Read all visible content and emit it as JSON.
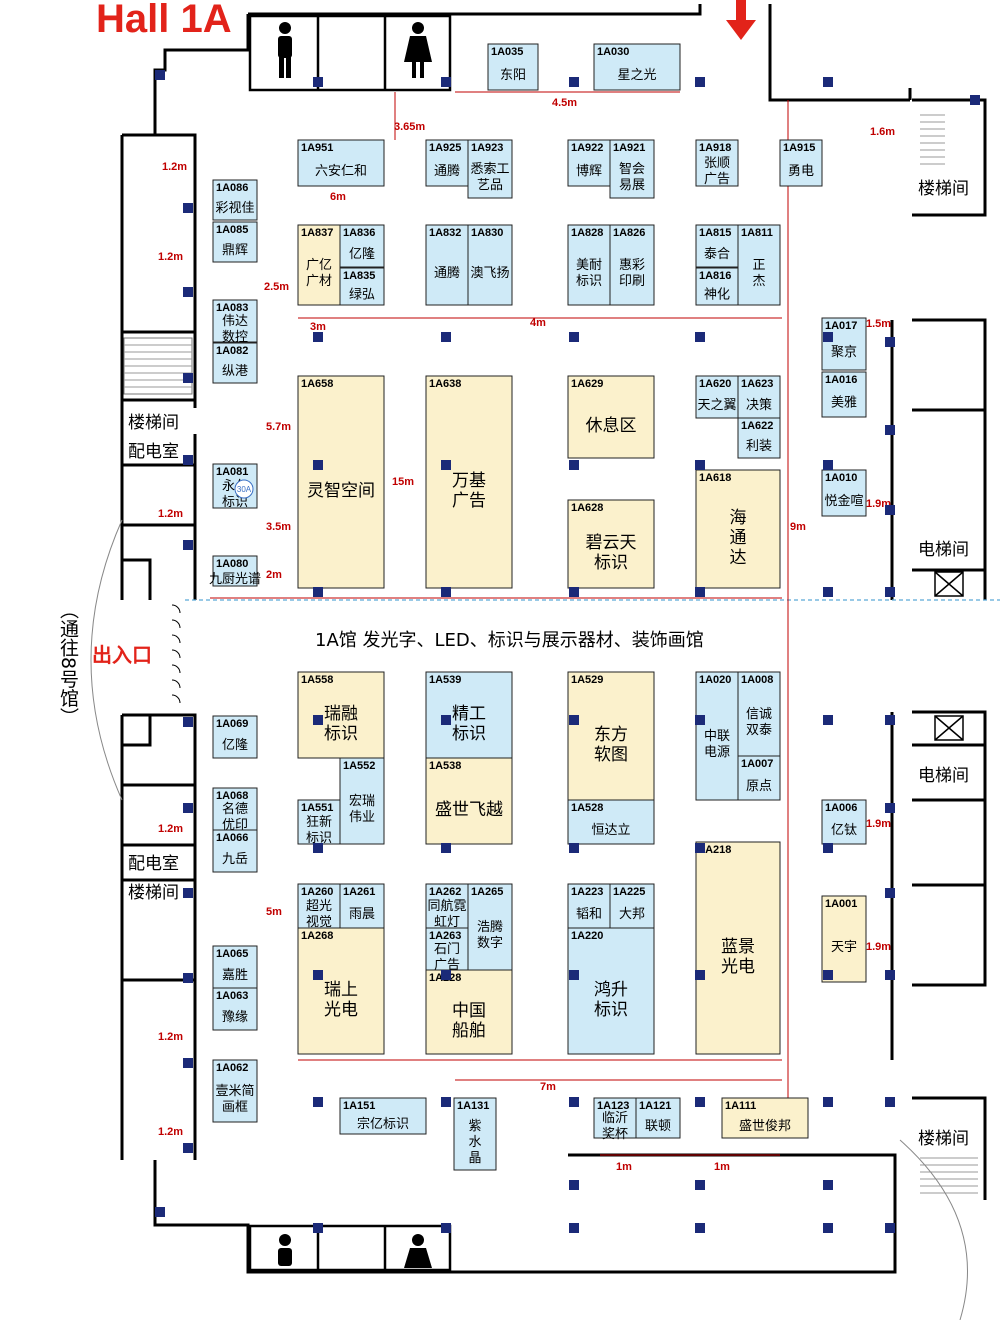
{
  "hall_title": "Hall 1A",
  "center_label": "1A馆  发光字、LED、标识与展示器材、装饰画馆",
  "exit_label": "出入口",
  "side_label": "（通往8号馆）",
  "rooms": {
    "stair_left_top": "楼梯间",
    "power_left_top": "配电室",
    "power_left_bottom": "配电室",
    "stair_left_bottom": "楼梯间",
    "stair_right_top": "楼梯间",
    "elevator_right_top": "电梯间",
    "elevator_right_bottom": "电梯间",
    "stair_right_bottom": "楼梯间"
  },
  "colors": {
    "blue_booth": "#cfeaf7",
    "yellow_booth": "#fbf1cc",
    "dimension": "#c00000",
    "pillar": "#1b2a78",
    "title_red": "#e2231a"
  },
  "icons": [
    "man-restroom-icon",
    "woman-restroom-icon",
    "entrance-arrow-icon"
  ],
  "booths": [
    {
      "id": "1A035",
      "name": "东阳",
      "color": "blue"
    },
    {
      "id": "1A030",
      "name": "星之光",
      "color": "blue"
    },
    {
      "id": "1A951",
      "name": "六安仁和",
      "color": "blue"
    },
    {
      "id": "1A925",
      "name": "通腾",
      "color": "blue"
    },
    {
      "id": "1A923",
      "name": "悉索工艺品",
      "color": "blue"
    },
    {
      "id": "1A922",
      "name": "博辉",
      "color": "blue"
    },
    {
      "id": "1A921",
      "name": "智会易展",
      "color": "blue"
    },
    {
      "id": "1A918",
      "name": "张顺广告",
      "color": "blue"
    },
    {
      "id": "1A915",
      "name": "勇电",
      "color": "blue"
    },
    {
      "id": "1A086",
      "name": "彩视佳",
      "color": "blue"
    },
    {
      "id": "1A085",
      "name": "鼎辉",
      "color": "blue"
    },
    {
      "id": "1A837",
      "name": "广亿广材",
      "color": "yellow"
    },
    {
      "id": "1A836",
      "name": "亿隆",
      "color": "blue"
    },
    {
      "id": "1A835",
      "name": "绿弘",
      "color": "blue"
    },
    {
      "id": "1A832",
      "name": "通腾",
      "color": "blue"
    },
    {
      "id": "1A830",
      "name": "澳飞扬",
      "color": "blue"
    },
    {
      "id": "1A828",
      "name": "美耐标识",
      "color": "blue"
    },
    {
      "id": "1A826",
      "name": "惠彩印刷",
      "color": "blue"
    },
    {
      "id": "1A815",
      "name": "泰合",
      "color": "blue"
    },
    {
      "id": "1A811",
      "name": "正杰",
      "color": "blue"
    },
    {
      "id": "1A816",
      "name": "神化",
      "color": "blue"
    },
    {
      "id": "1A083",
      "name": "伟达数控",
      "color": "blue"
    },
    {
      "id": "1A082",
      "name": "纵港",
      "color": "blue"
    },
    {
      "id": "1A017",
      "name": "聚京",
      "color": "blue"
    },
    {
      "id": "1A016",
      "name": "美雅",
      "color": "blue"
    },
    {
      "id": "1A658",
      "name": "灵智空间",
      "color": "yellow"
    },
    {
      "id": "1A638",
      "name": "万基广告",
      "color": "yellow"
    },
    {
      "id": "1A629",
      "name": "休息区",
      "color": "yellow"
    },
    {
      "id": "1A620",
      "name": "天之翼",
      "color": "blue"
    },
    {
      "id": "1A623",
      "name": "决策",
      "color": "blue"
    },
    {
      "id": "1A622",
      "name": "利装",
      "color": "blue"
    },
    {
      "id": "1A618",
      "name": "海通达",
      "color": "yellow"
    },
    {
      "id": "1A628",
      "name": "碧云天标识",
      "color": "yellow"
    },
    {
      "id": "1A081",
      "name": "永久标识",
      "color": "blue"
    },
    {
      "id": "1A010",
      "name": "悦金喧",
      "color": "blue"
    },
    {
      "id": "1A080",
      "name": "九厨光谱",
      "color": "blue"
    },
    {
      "id": "1A558",
      "name": "瑞融标识",
      "color": "yellow"
    },
    {
      "id": "1A539",
      "name": "精工标识",
      "color": "blue"
    },
    {
      "id": "1A529",
      "name": "东方软图",
      "color": "yellow"
    },
    {
      "id": "1A020",
      "name": "中联电源",
      "color": "blue"
    },
    {
      "id": "1A008",
      "name": "信诚双泰",
      "color": "blue"
    },
    {
      "id": "1A007",
      "name": "原点",
      "color": "blue"
    },
    {
      "id": "1A069",
      "name": "亿隆",
      "color": "blue"
    },
    {
      "id": "1A552",
      "name": "宏瑞伟业",
      "color": "blue"
    },
    {
      "id": "1A538",
      "name": "盛世飞越",
      "color": "yellow"
    },
    {
      "id": "1A528",
      "name": "恒达立",
      "color": "blue"
    },
    {
      "id": "1A068",
      "name": "名德优印",
      "color": "blue"
    },
    {
      "id": "1A551",
      "name": "狂新标识",
      "color": "blue"
    },
    {
      "id": "1A066",
      "name": "九岳",
      "color": "blue"
    },
    {
      "id": "1A006",
      "name": "亿钛",
      "color": "blue"
    },
    {
      "id": "1A218",
      "name": "蓝景光电",
      "color": "yellow"
    },
    {
      "id": "1A260",
      "name": "超光视觉",
      "color": "blue"
    },
    {
      "id": "1A261",
      "name": "雨晨",
      "color": "blue"
    },
    {
      "id": "1A262",
      "name": "同航霓虹灯",
      "color": "blue"
    },
    {
      "id": "1A265",
      "name": "浩腾数字",
      "color": "blue"
    },
    {
      "id": "1A223",
      "name": "韬和",
      "color": "blue"
    },
    {
      "id": "1A225",
      "name": "大邦",
      "color": "blue"
    },
    {
      "id": "1A001",
      "name": "天宇",
      "color": "yellow"
    },
    {
      "id": "1A268",
      "name": "瑞上光电",
      "color": "yellow"
    },
    {
      "id": "1A263",
      "name": "石门广告",
      "color": "blue"
    },
    {
      "id": "1A228",
      "name": "中国船舶",
      "color": "yellow"
    },
    {
      "id": "1A220",
      "name": "鸿升标识",
      "color": "blue"
    },
    {
      "id": "1A065",
      "name": "嘉胜",
      "color": "blue"
    },
    {
      "id": "1A063",
      "name": "豫缘",
      "color": "blue"
    },
    {
      "id": "1A062",
      "name": "壹米简画框",
      "color": "blue"
    },
    {
      "id": "1A151",
      "name": "宗亿标识",
      "color": "blue"
    },
    {
      "id": "1A131",
      "name": "紫水晶",
      "color": "blue"
    },
    {
      "id": "1A123",
      "name": "临沂奖杯",
      "color": "blue"
    },
    {
      "id": "1A121",
      "name": "联顿",
      "color": "blue"
    },
    {
      "id": "1A111",
      "name": "盛世俊邦",
      "color": "yellow"
    }
  ],
  "extra_labels": {
    "booth_1A081_badge": "30A"
  },
  "dimensions": [
    "1.2m",
    "1.2m",
    "1.2m",
    "1.2m",
    "1.2m",
    "1.2m",
    "3m",
    "6m",
    "15m",
    "9m",
    "4m",
    "2.5m",
    "3.65m",
    "4.5m",
    "5.7m",
    "3.5m",
    "2m",
    "5m",
    "7m",
    "1m",
    "1m",
    "1.5m",
    "1.6m",
    "1.9m",
    "1.9m",
    "1.9m"
  ]
}
